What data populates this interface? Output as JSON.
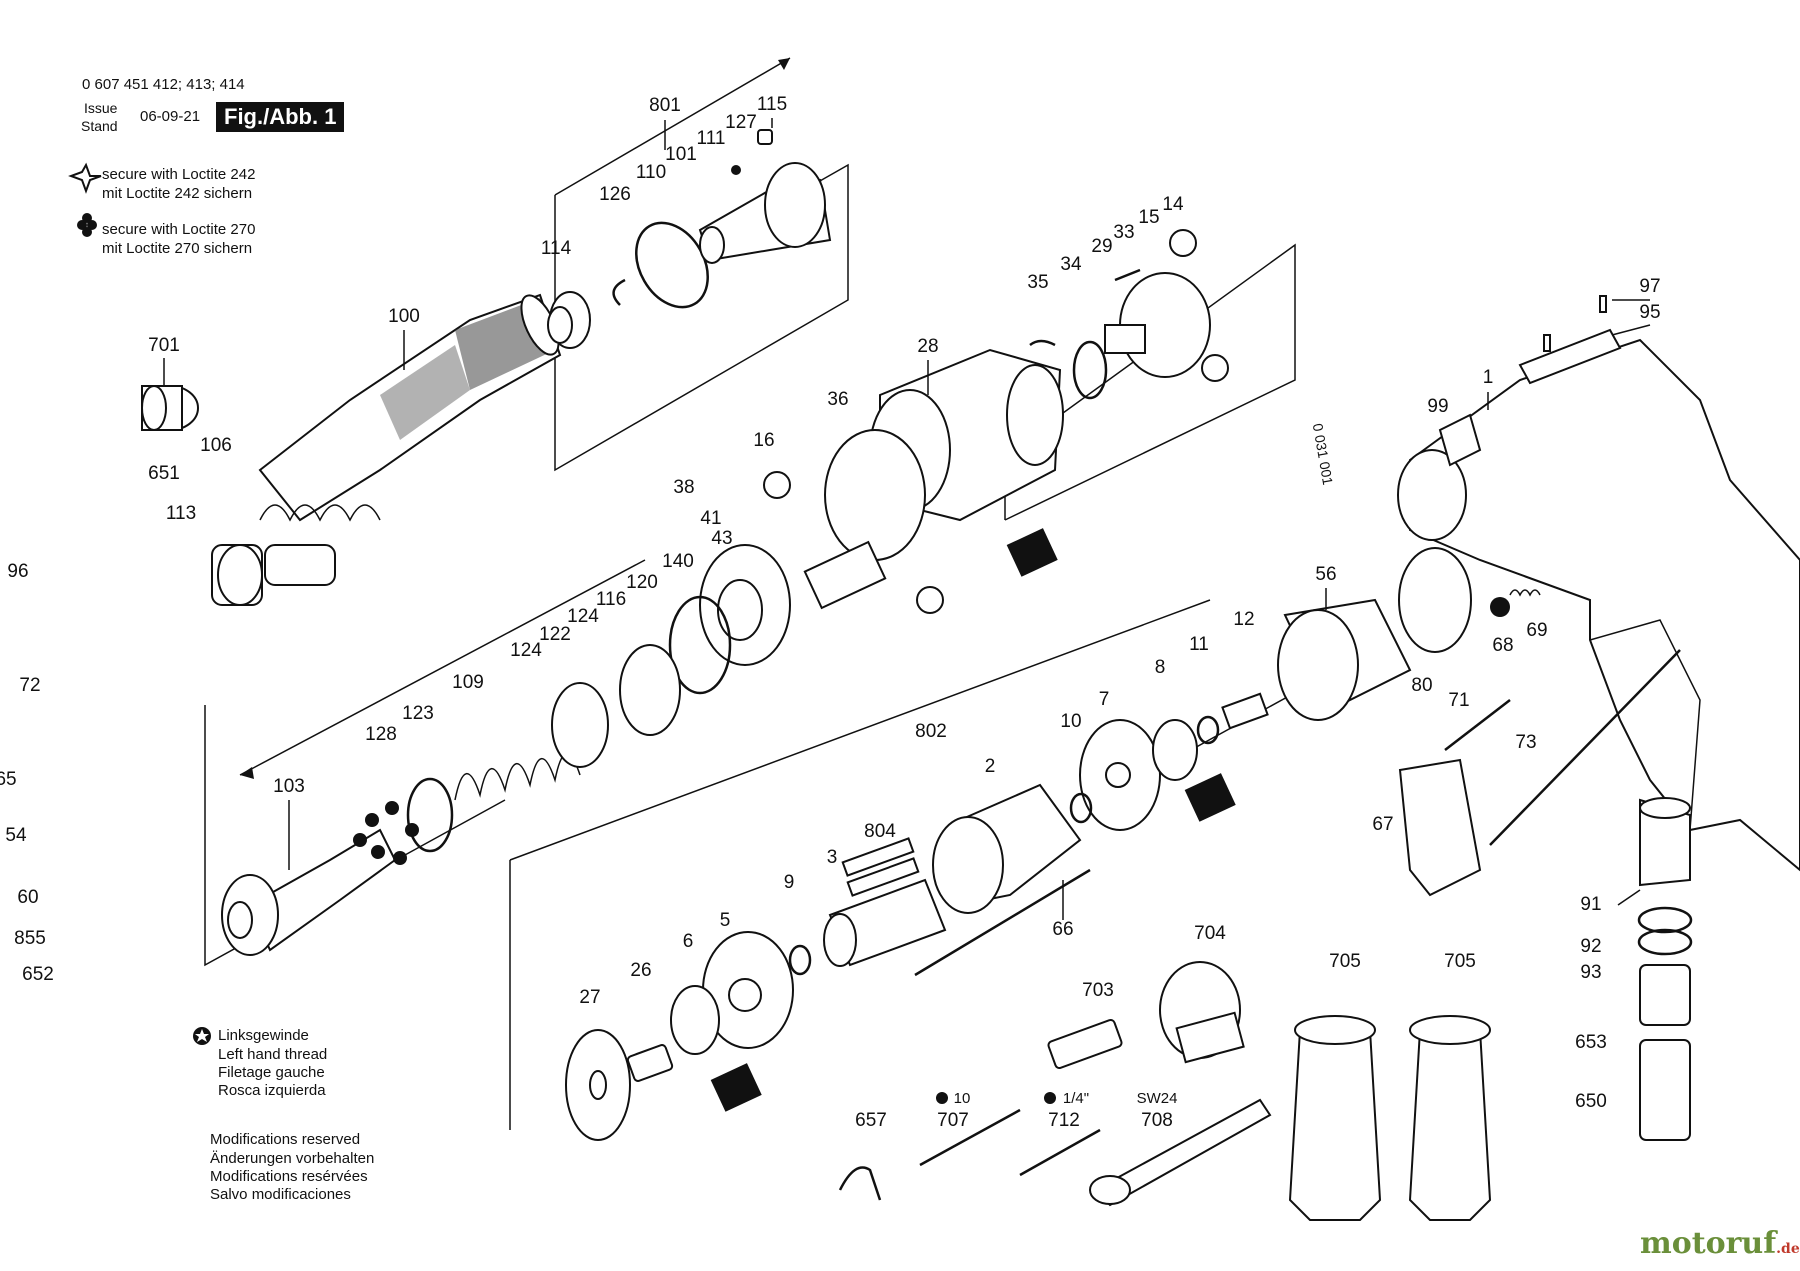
{
  "header": {
    "part_numbers": "0 607 451 412; 413; 414",
    "issue_label": "Issue",
    "stand_label": "Stand",
    "date": "06-09-21",
    "figure": "Fig./Abb. 1"
  },
  "legend": {
    "loctite242_en": "secure with Loctite 242",
    "loctite242_de": "mit Loctite 242 sichern",
    "loctite270_en": "secure with Loctite 270",
    "loctite270_de": "mit Loctite 270 sichern"
  },
  "thread_note": [
    "Linksgewinde",
    "Left hand thread",
    "Filetage gauche",
    "Rosca izquierda"
  ],
  "modifications": [
    "Modifications reserved",
    "Änderungen vorbehalten",
    "Modifications resérvées",
    "Salvo modificaciones"
  ],
  "doc_code": "0 031 001",
  "brand": {
    "name": "motoruf",
    "suffix": ".de"
  },
  "tool_sizes": {
    "hex10": "10",
    "hex14": "1/4\"",
    "sw": "SW24"
  },
  "part_labels": [
    "801",
    "115",
    "127",
    "111",
    "101",
    "110",
    "126",
    "114",
    "100",
    "701",
    "106",
    "651",
    "113",
    "96",
    "72",
    "65",
    "54",
    "60",
    "855",
    "652",
    "34",
    "35",
    "29",
    "33",
    "15",
    "14",
    "28",
    "36",
    "38",
    "16",
    "41",
    "43",
    "140",
    "120",
    "116",
    "124",
    "122",
    "124",
    "109",
    "123",
    "128",
    "103",
    "56",
    "12",
    "11",
    "8",
    "7",
    "10",
    "802",
    "2",
    "804",
    "3",
    "9",
    "5",
    "6",
    "26",
    "27",
    "66",
    "704",
    "703",
    "705",
    "705",
    "657",
    "707",
    "712",
    "708",
    "97",
    "95",
    "1",
    "99",
    "69",
    "68",
    "80",
    "71",
    "73",
    "67",
    "91",
    "92",
    "93",
    "653",
    "650"
  ]
}
